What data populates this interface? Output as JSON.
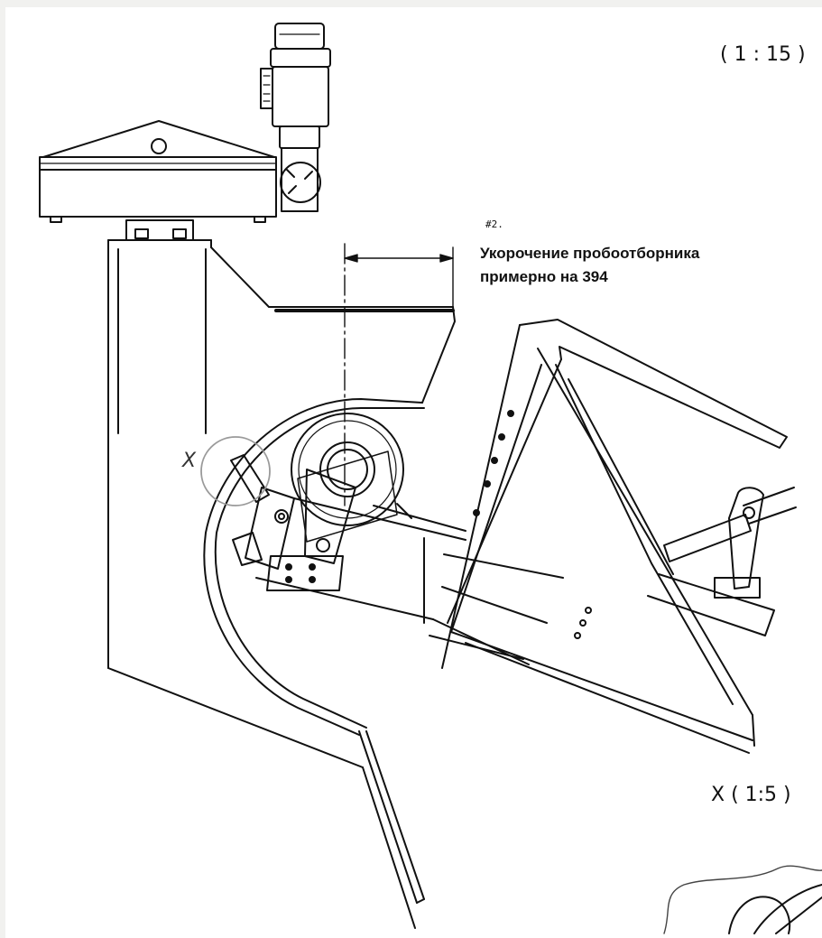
{
  "drawing": {
    "scale_main": "( 1 : 15 )",
    "scale_detail": "X ( 1:5 )",
    "detail_marker": "X",
    "note": {
      "number": "#2.",
      "line1": "Укорочение пробоотборника",
      "line2": "примерно на 394"
    }
  },
  "colors": {
    "background": "#f1f1ef",
    "sheet": "#ffffff",
    "ink": "#111111",
    "detail_circle": "#9a9a9a"
  }
}
